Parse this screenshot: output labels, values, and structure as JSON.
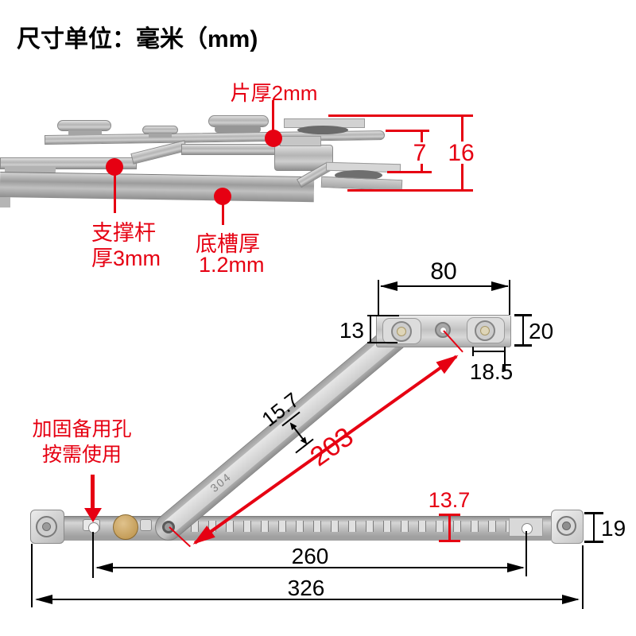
{
  "title": "尺寸单位：毫米（mm)",
  "photo": {
    "sheet_thickness_label": "片厚2mm",
    "support_arm_label_1": "支撑杆",
    "support_arm_label_2": "厚3mm",
    "channel_label_1": "底槽厚",
    "channel_label_2": "1.2mm",
    "dim_gap": "7",
    "dim_stack_height": "16"
  },
  "stay": {
    "dim_bracket_width": "80",
    "dim_bracket_left_height": "13",
    "dim_bracket_right_height": "20",
    "dim_rivet_offset": "18.5",
    "dim_arm_width": "15.7",
    "dim_arm_length": "203",
    "dim_track_height": "13.7",
    "dim_endcap_height": "19",
    "dim_hole_span": "260",
    "dim_total_length": "326",
    "spare_hole_label_1": "加固备用孔",
    "spare_hole_label_2": "按需使用",
    "arm_marking": "304"
  },
  "colors": {
    "annotation_red": "#e60012",
    "dimension_black": "#000000",
    "brass_knob": "#c49a58"
  }
}
